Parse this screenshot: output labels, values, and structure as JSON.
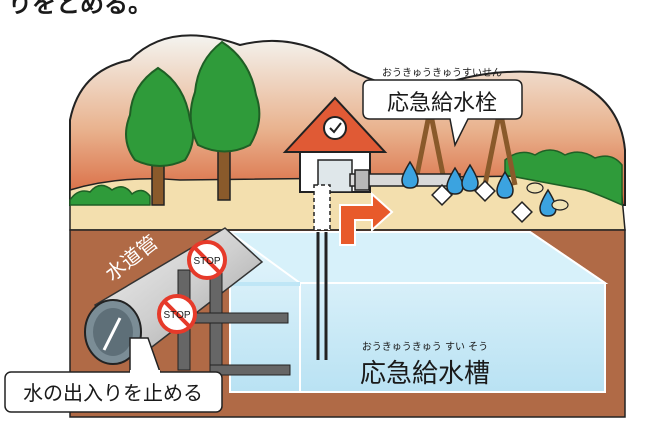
{
  "title_fragment": "りをとめる。",
  "hydrant": {
    "ruby": "おうきゅうきゅうすいせん",
    "label": "応急給水栓"
  },
  "tank": {
    "ruby": "おうきゅうきゅう すい そう",
    "label": "応急給水槽"
  },
  "pipe_label": "水道管",
  "stop_sign_text": "STOP",
  "caption": "水の出入りを止める",
  "colors": {
    "sky_gradient_top": "#f2f2ee",
    "sky_gradient_bottom": "#d9643a",
    "ground": "#f3dfae",
    "soil": "#b06a46",
    "tree": "#2f9b3a",
    "water": "#bfe6f6",
    "arrow": "#e85a2a",
    "stop_red": "#e63a2a"
  }
}
